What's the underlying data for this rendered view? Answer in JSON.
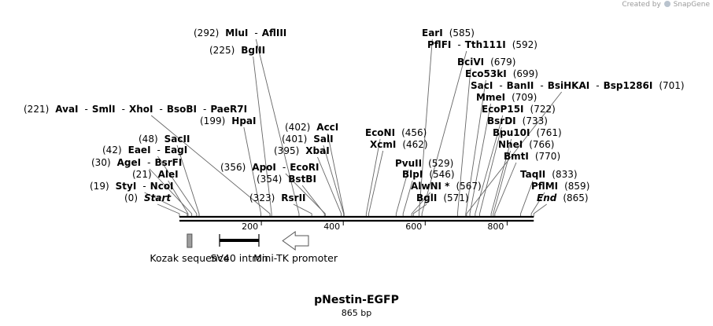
{
  "credit": {
    "prefix": "Created by",
    "brand": "SnapGene"
  },
  "plasmid": {
    "name": "pNestin-EGFP",
    "size_label": "865 bp",
    "length_bp": 865
  },
  "tick_labels": [
    "200",
    "400",
    "600",
    "800"
  ],
  "tick_values": [
    200,
    400,
    600,
    800
  ],
  "sites": [
    {
      "bp": 292,
      "pos_label": "(292)",
      "enzymes": [
        "MluI",
        "AflIII"
      ]
    },
    {
      "bp": 225,
      "pos_label": "(225)",
      "enzymes": [
        "BglII"
      ]
    },
    {
      "bp": 221,
      "pos_label": "(221)",
      "enzymes": [
        "AvaI",
        "SmlI",
        "XhoI",
        "BsoBI",
        "PaeR7I"
      ]
    },
    {
      "bp": 199,
      "pos_label": "(199)",
      "enzymes": [
        "HpaI"
      ]
    },
    {
      "bp": 48,
      "pos_label": "(48)",
      "enzymes": [
        "SacII"
      ]
    },
    {
      "bp": 42,
      "pos_label": "(42)",
      "enzymes": [
        "EaeI",
        "EagI"
      ]
    },
    {
      "bp": 30,
      "pos_label": "(30)",
      "enzymes": [
        "AgeI",
        "BsrFI"
      ]
    },
    {
      "bp": 21,
      "pos_label": "(21)",
      "enzymes": [
        "AleI"
      ]
    },
    {
      "bp": 19,
      "pos_label": "(19)",
      "enzymes": [
        "StyI",
        "NcoI"
      ]
    },
    {
      "bp": 0,
      "pos_label": "(0)",
      "enzymes": [
        "Start"
      ],
      "italic": true
    },
    {
      "bp": 356,
      "pos_label": "(356)",
      "enzymes": [
        "ApoI",
        "EcoRI"
      ]
    },
    {
      "bp": 354,
      "pos_label": "(354)",
      "enzymes": [
        "BstBI"
      ]
    },
    {
      "bp": 323,
      "pos_label": "(323)",
      "enzymes": [
        "RsrII"
      ]
    },
    {
      "bp": 402,
      "pos_label": "(402)",
      "enzymes": [
        "AccI"
      ]
    },
    {
      "bp": 401,
      "pos_label": "(401)",
      "enzymes": [
        "SalI"
      ]
    },
    {
      "bp": 395,
      "pos_label": "(395)",
      "enzymes": [
        "XbaI"
      ]
    },
    {
      "bp": 456,
      "pos_label": "(456)",
      "enzymes": [
        "EcoNI"
      ]
    },
    {
      "bp": 462,
      "pos_label": "(462)",
      "enzymes": [
        "XcmI"
      ]
    },
    {
      "bp": 529,
      "pos_label": "(529)",
      "enzymes": [
        "PvuII"
      ]
    },
    {
      "bp": 546,
      "pos_label": "(546)",
      "enzymes": [
        "BlpI"
      ]
    },
    {
      "bp": 567,
      "pos_label": "(567)",
      "enzymes": [
        "AlwNI *"
      ]
    },
    {
      "bp": 571,
      "pos_label": "(571)",
      "enzymes": [
        "BglI"
      ]
    },
    {
      "bp": 585,
      "pos_label": "(585)",
      "enzymes": [
        "EarI"
      ]
    },
    {
      "bp": 592,
      "pos_label": "(592)",
      "enzymes": [
        "PflFI",
        "Tth111I"
      ]
    },
    {
      "bp": 679,
      "pos_label": "(679)",
      "enzymes": [
        "BciVI"
      ]
    },
    {
      "bp": 699,
      "pos_label": "(699)",
      "enzymes": [
        "Eco53kI"
      ]
    },
    {
      "bp": 701,
      "pos_label": "(701)",
      "enzymes": [
        "SacI",
        "BanII",
        "BsiHKAI",
        "Bsp1286I"
      ]
    },
    {
      "bp": 709,
      "pos_label": "(709)",
      "enzymes": [
        "MmeI"
      ]
    },
    {
      "bp": 722,
      "pos_label": "(722)",
      "enzymes": [
        "EcoP15I"
      ]
    },
    {
      "bp": 733,
      "pos_label": "(733)",
      "enzymes": [
        "BsrDI"
      ]
    },
    {
      "bp": 761,
      "pos_label": "(761)",
      "enzymes": [
        "Bpu10I"
      ]
    },
    {
      "bp": 766,
      "pos_label": "(766)",
      "enzymes": [
        "NheI"
      ]
    },
    {
      "bp": 770,
      "pos_label": "(770)",
      "enzymes": [
        "BmtI"
      ]
    },
    {
      "bp": 833,
      "pos_label": "(833)",
      "enzymes": [
        "TaqII"
      ]
    },
    {
      "bp": 859,
      "pos_label": "(859)",
      "enzymes": [
        "PflMI"
      ]
    },
    {
      "bp": 865,
      "pos_label": "(865)",
      "enzymes": [
        "End"
      ],
      "italic": true
    }
  ],
  "features": [
    {
      "name": "Kozak sequence",
      "type": "box",
      "start": 19,
      "end": 30,
      "color": "#9e9e9e"
    },
    {
      "name": "SV40 intron",
      "type": "bar",
      "start": 98,
      "end": 194,
      "color": "#000000"
    },
    {
      "name": "Mini-TK promoter",
      "type": "arrow-left",
      "start": 252,
      "end": 315,
      "color": "#ffffff"
    }
  ]
}
